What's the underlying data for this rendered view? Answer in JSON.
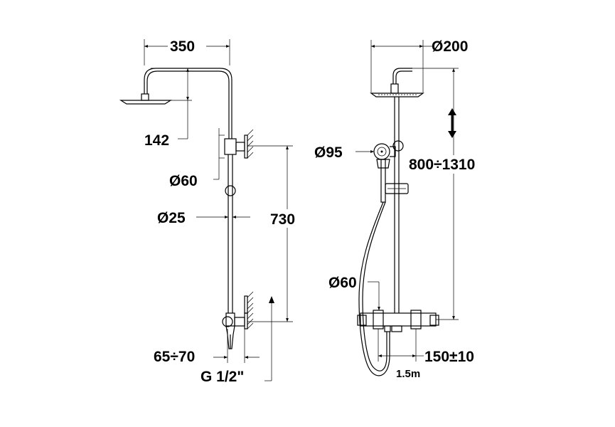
{
  "left_view": {
    "labels": {
      "width_350": "350",
      "height_142": "142",
      "dia_60": "Ø60",
      "dia_25": "Ø25",
      "height_730": "730",
      "range_65_70": "65÷70",
      "thread": "G 1/2\""
    }
  },
  "right_view": {
    "labels": {
      "dia_200": "Ø200",
      "dia_95": "Ø95",
      "height_range": "800÷1310",
      "dia_60": "Ø60",
      "spacing": "150±10",
      "hose_length": "1.5m"
    }
  },
  "colors": {
    "line": "#000000",
    "background": "#ffffff"
  }
}
